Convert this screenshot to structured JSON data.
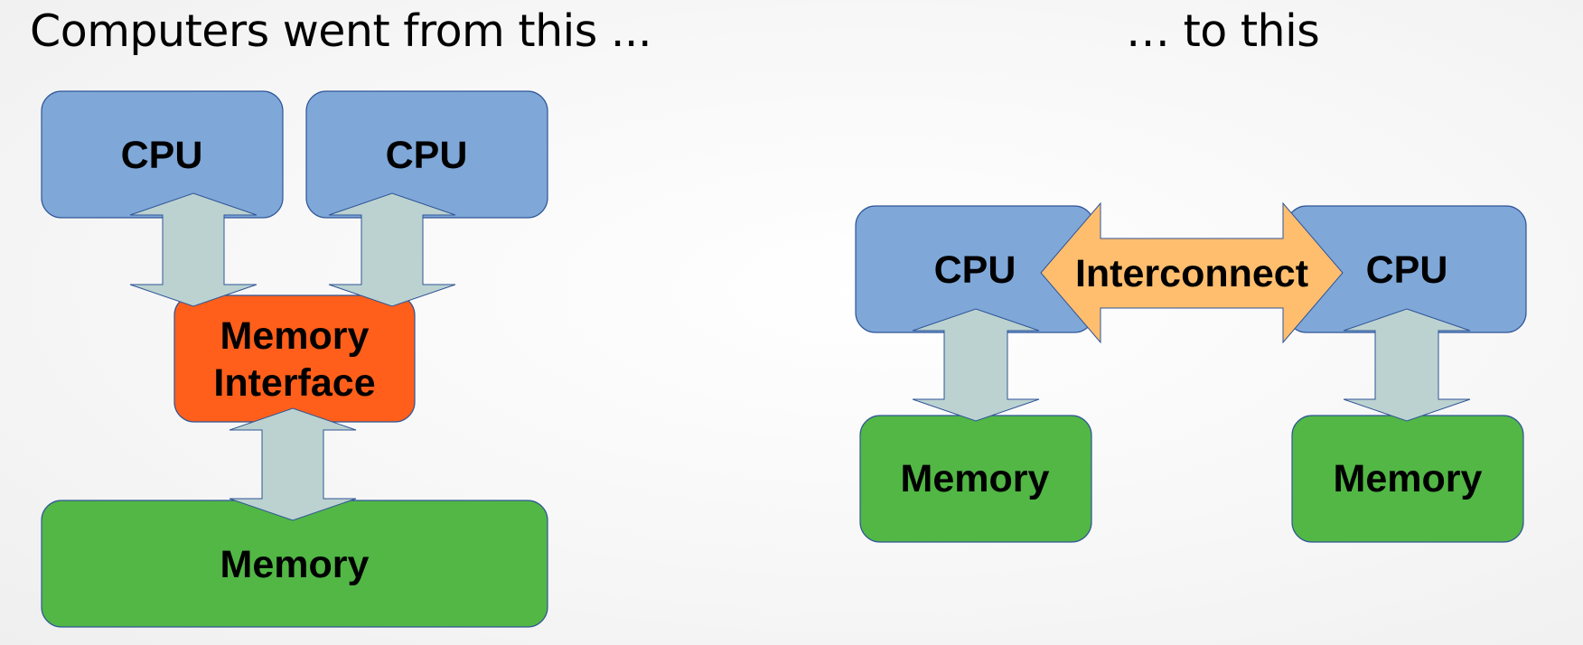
{
  "titles": {
    "left": "Computers went from this ...",
    "right": "… to this"
  },
  "before": {
    "cpu_left": "CPU",
    "cpu_right": "CPU",
    "memory_interface_line1": "Memory",
    "memory_interface_line2": "Interface",
    "memory": "Memory"
  },
  "after": {
    "cpu_left": "CPU",
    "cpu_right": "CPU",
    "interconnect": "Interconnect",
    "memory_left": "Memory",
    "memory_right": "Memory"
  },
  "colors": {
    "cpu": "#7fa8d9",
    "memory_interface": "#ff5f1a",
    "memory": "#52b745",
    "bus_arrow": "#bcd2d0",
    "interconnect": "#ffbe6e",
    "stroke": "#2f5597"
  }
}
